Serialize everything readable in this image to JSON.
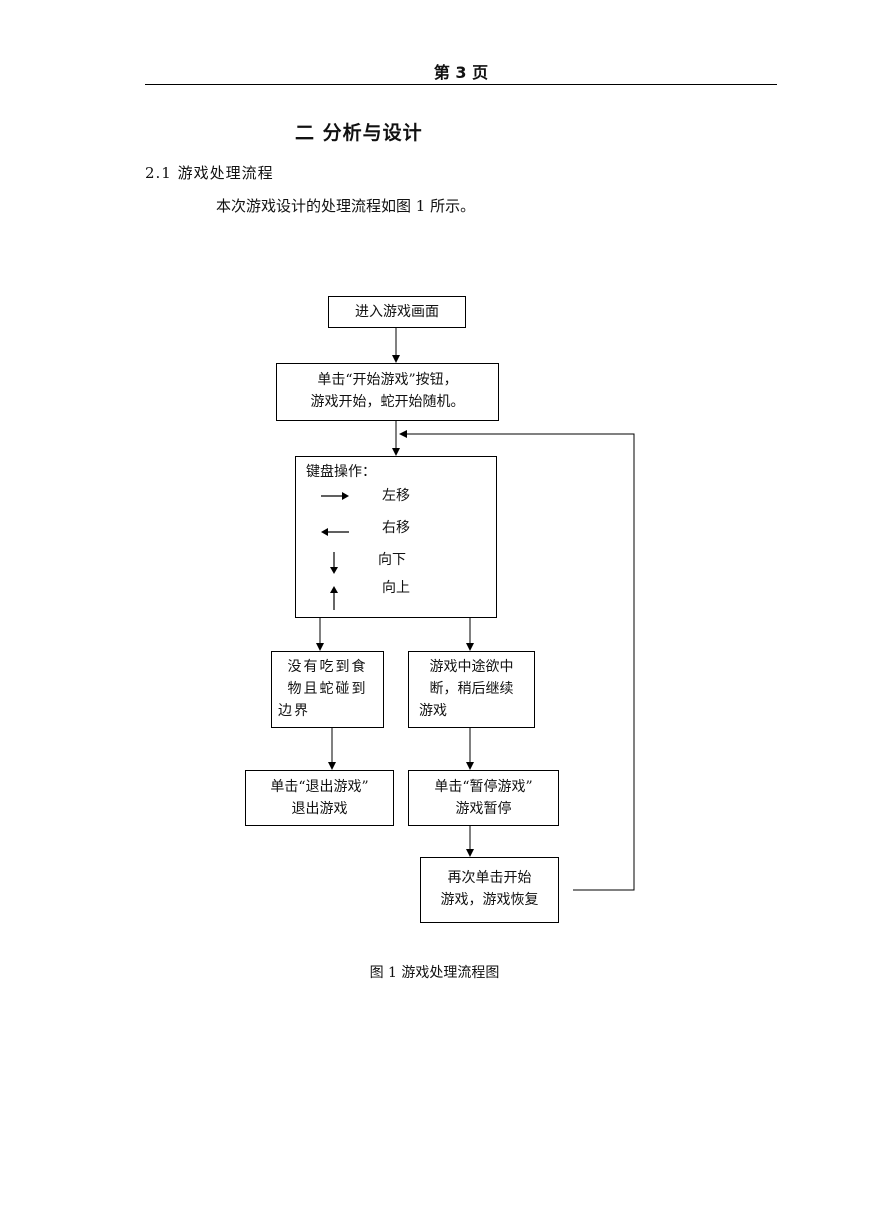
{
  "header": {
    "page_label": "第 3 页"
  },
  "chapter": {
    "title": "二  分析与设计"
  },
  "section": {
    "title": "2.1  游戏处理流程"
  },
  "intro": {
    "text": "本次游戏设计的处理流程如图 1 所示。"
  },
  "flowchart": {
    "enter": "进入游戏画面",
    "start_line1": "单击“开始游戏”按钮，",
    "start_line2": "游戏开始，蛇开始随机。",
    "keyboard_title": "键盘操作：",
    "key_left": "左移",
    "key_right": "右移",
    "key_down": "向下",
    "key_up": "向上",
    "no_food_line1": "没有吃到食",
    "no_food_line2": "物且蛇碰到",
    "no_food_line3": "边界",
    "pause_want_line1": "游戏中途欲中",
    "pause_want_line2": "断，稍后继续",
    "pause_want_line3": "游戏",
    "exit_line1": "单击“退出游戏”",
    "exit_line2": "退出游戏",
    "pause_line1": "单击“暂停游戏”",
    "pause_line2": "游戏暂停",
    "resume_line1": "再次单击开始",
    "resume_line2": "游戏，游戏恢复"
  },
  "caption": {
    "text": "图 1  游戏处理流程图"
  }
}
